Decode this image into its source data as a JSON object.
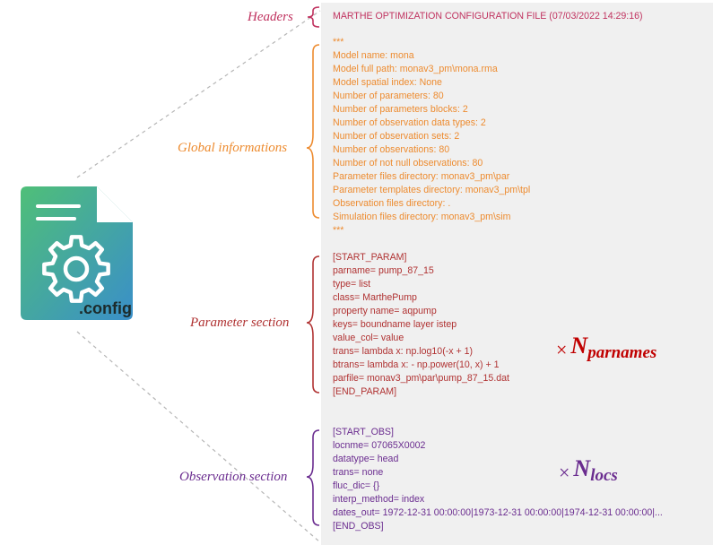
{
  "colors": {
    "headers": "#c0325f",
    "global": "#ed8b2f",
    "parameter": "#b03232",
    "observation": "#6a2c8f"
  },
  "icon": {
    "name": "config-file-gear-icon",
    "label": ".config"
  },
  "labels": {
    "headers": "Headers",
    "global": "Global informations",
    "parameter": "Parameter section",
    "observation": "Observation section"
  },
  "header_line": "MARTHE OPTIMIZATION CONFIGURATION FILE (07/03/2022 14:29:16)",
  "global_lines": [
    "***",
    "Model name: mona",
    "Model full path: monav3_pm\\mona.rma",
    "Model spatial index: None",
    "Number of parameters: 80",
    "Number of parameters blocks: 2",
    "Number of observation data types: 2",
    "Number of observation sets: 2",
    "Number of observations: 80",
    "Number of not null observations: 80",
    "Parameter files directory: monav3_pm\\par",
    "Parameter templates directory: monav3_pm\\tpl",
    "Observation files directory: .",
    "Simulation files directory: monav3_pm\\sim",
    "***"
  ],
  "param_lines": [
    "[START_PARAM]",
    "parname= pump_87_15",
    "type= list",
    "class= MarthePump",
    "property name= aqpump",
    "keys= boundname layer   istep",
    "value_col= value",
    "trans= lambda x: np.log10(-x + 1)",
    "btrans= lambda x: - np.power(10, x) + 1",
    "parfile= monav3_pm\\par\\pump_87_15.dat",
    "[END_PARAM]"
  ],
  "obs_lines": [
    "[START_OBS]",
    "locnme= 07065X0002",
    "datatype= head",
    "trans= none",
    "fluc_dic= {}",
    "interp_method= index",
    "dates_out= 1972-12-31 00:00:00|1973-12-31 00:00:00|1974-12-31 00:00:00|...",
    "[END_OBS]"
  ],
  "multipliers": {
    "param": {
      "symbol": "×",
      "N": "N",
      "sub": "parnames"
    },
    "obs": {
      "symbol": "×",
      "N": "N",
      "sub": "locs"
    }
  }
}
